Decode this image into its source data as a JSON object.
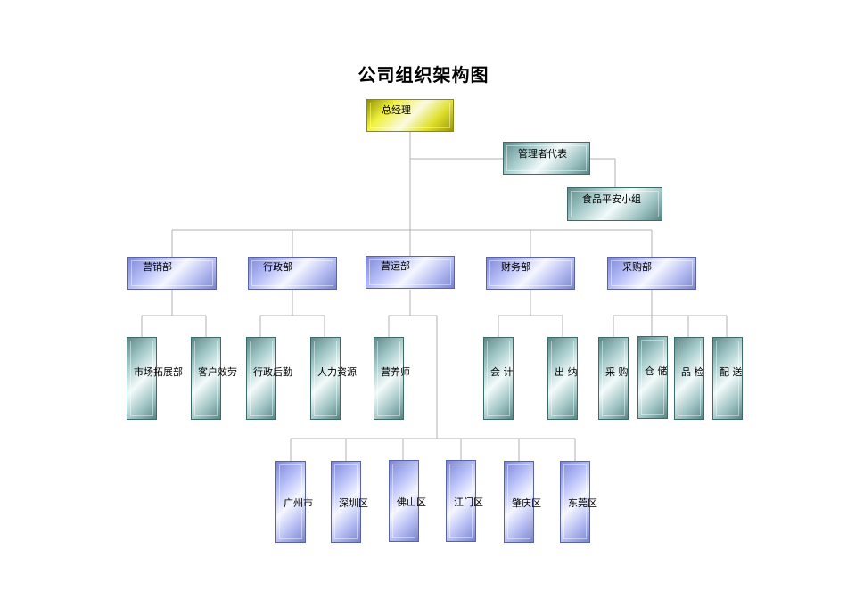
{
  "title": "公司组织架构图",
  "colors": {
    "gold": "#e0e030",
    "blue": "#b8c0f8",
    "teal": "#a8cccc",
    "line": "#b0b0b0"
  },
  "nodes": {
    "gm": "总经理",
    "rep": "管理者代表",
    "food": "食品平安小组",
    "marketing": "营销部",
    "admin": "行政部",
    "ops": "营运部",
    "finance": "财务部",
    "purchase": "采购部",
    "market_expand": "市场拓展部",
    "customer_service": "客户效劳",
    "admin_logistics": "行政后勤",
    "hr": "人力资源",
    "nutritionist": "营养师",
    "accounting": "会  计",
    "cashier": "出  纳",
    "buying": "采  购",
    "storage": "仓  储",
    "qc": "品  检",
    "delivery": "配  送",
    "guangzhou": "广州市",
    "shenzhen": "深圳区",
    "foshan": "佛山区",
    "jiangmen": "江门区",
    "zhaoqing": "肇庆区",
    "dongguan": "东莞区"
  }
}
